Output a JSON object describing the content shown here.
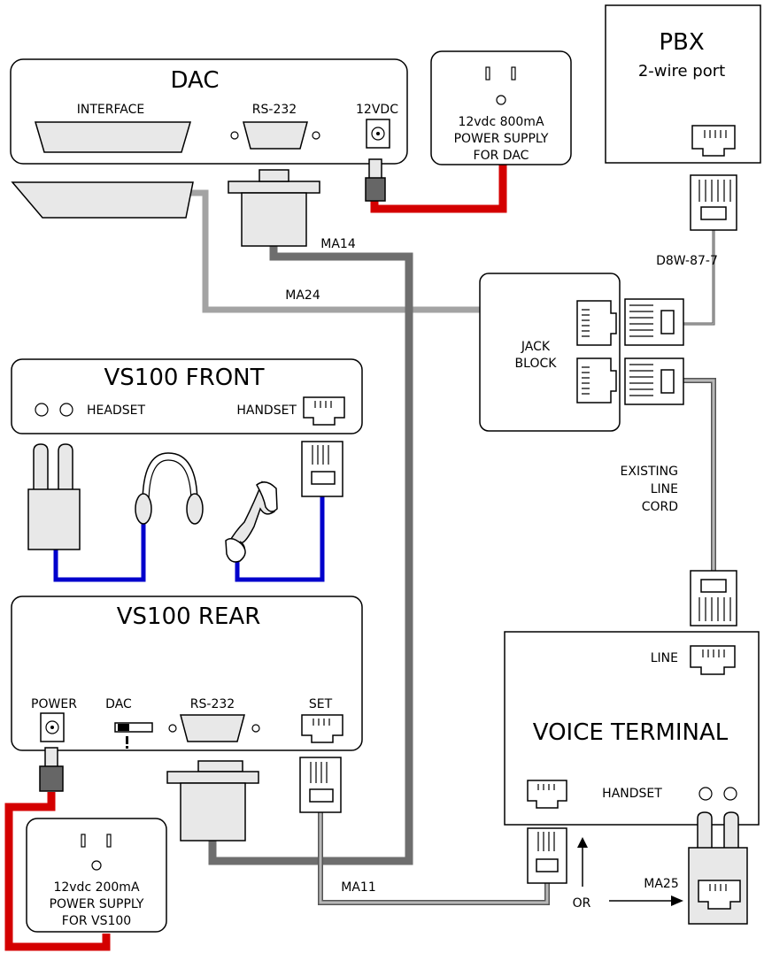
{
  "dac": {
    "title": "DAC",
    "interface_label": "INTERFACE",
    "rs232_label": "RS-232",
    "power_label": "12VDC"
  },
  "dac_supply": {
    "line1": "12vdc 800mA",
    "line2": "POWER SUPPLY",
    "line3": "FOR DAC"
  },
  "pbx": {
    "title": "PBX",
    "subtitle": "2-wire port"
  },
  "cables": {
    "ma14": "MA14",
    "ma24": "MA24",
    "d8w": "D8W-87-7",
    "ma11": "MA11",
    "ma25": "MA25"
  },
  "jack_block": {
    "line1": "JACK",
    "line2": "BLOCK"
  },
  "existing_cord": {
    "line1": "EXISTING",
    "line2": "LINE",
    "line3": "CORD"
  },
  "vs100_front": {
    "title": "VS100 FRONT",
    "headset_label": "HEADSET",
    "handset_label": "HANDSET"
  },
  "vs100_rear": {
    "title": "VS100 REAR",
    "power_label": "POWER",
    "dac_label": "DAC",
    "rs232_label": "RS-232",
    "set_label": "SET"
  },
  "voice_terminal": {
    "title": "VOICE TERMINAL",
    "line_label": "LINE",
    "handset_label": "HANDSET"
  },
  "vs100_supply": {
    "line1": "12vdc 200mA",
    "line2": "POWER SUPPLY",
    "line3": "FOR VS100"
  },
  "or_label": "OR",
  "colors": {
    "power_cable": "#d40000",
    "audio_cable": "#0000cc",
    "dark_cable": "#6e6e6e",
    "light_cable": "#a0a0a0",
    "device_fill": "#e8e8e8"
  }
}
